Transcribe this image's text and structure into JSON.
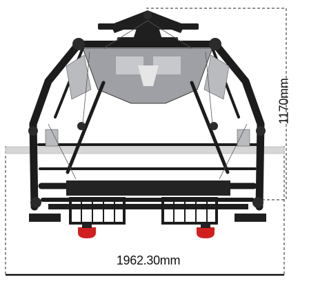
{
  "dimensions": {
    "height_label": "1170mm",
    "width_label": "1962.30mm"
  },
  "colors": {
    "frame": "#1f1f1f",
    "shield": "#9c9ea3",
    "bar": "#c8c8c8",
    "foot_pad": "#d01f1f",
    "dimension_line": "#222222"
  },
  "product": {
    "icon": "cable-machine-illustration"
  }
}
